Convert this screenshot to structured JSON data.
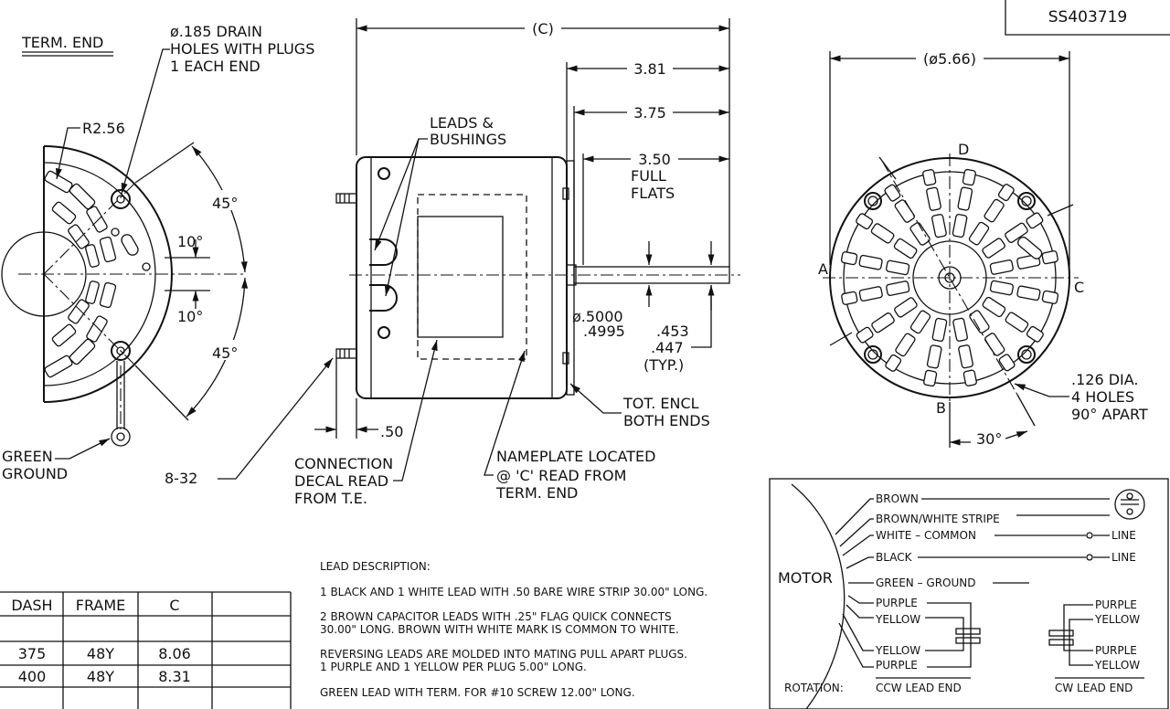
{
  "part_number": "SS403719",
  "left_view": {
    "title": "TERM. END",
    "drain_note": [
      "ø.185 DRAIN",
      "HOLES WITH PLUGS",
      "1 EACH END"
    ],
    "radius": "R2.56",
    "angle_upper": "45°",
    "angle_lower": "45°",
    "angle_small_upper": "10°",
    "angle_small_lower": "10°",
    "ground_label": [
      "GREEN",
      "GROUND"
    ],
    "screw_label": "8-32"
  },
  "side_view": {
    "overall_length": "(C)",
    "dim_381": "3.81",
    "dim_375": "3.75",
    "dim_350": "3.50",
    "full_flats": [
      "FULL",
      "FLATS"
    ],
    "leads_label": [
      "LEADS &",
      "BUSHINGS"
    ],
    "shaft_dia": [
      "ø.5000",
      ".4995"
    ],
    "flat_dim": [
      ".453",
      ".447",
      "(TYP.)"
    ],
    "tot_encl": [
      "TOT. ENCL",
      "BOTH ENDS"
    ],
    "stud_dim": ".50",
    "connection_decal": [
      "CONNECTION",
      "DECAL READ",
      "FROM T.E."
    ],
    "nameplate": [
      "NAMEPLATE LOCATED",
      "@ 'C' READ FROM",
      "TERM. END"
    ]
  },
  "end_view": {
    "diameter": "(ø5.66)",
    "point_a": "A",
    "point_b": "B",
    "point_c": "C",
    "point_d": "D",
    "holes_note": [
      ".126 DIA.",
      "4 HOLES",
      "90° APART"
    ],
    "angle": "30°"
  },
  "table": {
    "headers": [
      "DASH",
      "FRAME",
      "C",
      ""
    ],
    "rows": [
      [
        "",
        "",
        "",
        ""
      ],
      [
        "375",
        "48Y",
        "8.06",
        ""
      ],
      [
        "400",
        "48Y",
        "8.31",
        ""
      ],
      [
        "",
        "",
        "",
        ""
      ]
    ]
  },
  "lead_description": {
    "title": "LEAD DESCRIPTION:",
    "paragraphs": [
      [
        "1 BLACK AND 1 WHITE LEAD WITH .50 BARE WIRE STRIP 30.00\" LONG."
      ],
      [
        "2 BROWN CAPACITOR LEADS WITH .25\" FLAG QUICK CONNECTS",
        "30.00\" LONG. BROWN WITH WHITE MARK IS COMMON TO WHITE."
      ],
      [
        "REVERSING LEADS ARE MOLDED INTO MATING PULL APART PLUGS.",
        "1 PURPLE AND 1 YELLOW PER PLUG 5.00\" LONG."
      ],
      [
        "GREEN LEAD WITH TERM. FOR #10 SCREW 12.00\" LONG."
      ]
    ]
  },
  "wiring": {
    "motor": "MOTOR",
    "brown": "BROWN",
    "brown_white": "BROWN/WHITE STRIPE",
    "white": "WHITE  –  COMMON",
    "black": "BLACK",
    "green": "GREEN  –  GROUND",
    "purple_1": "PURPLE",
    "yellow_1": "YELLOW",
    "yellow_2": "YELLOW",
    "purple_2": "PURPLE",
    "line_1": "LINE",
    "line_2": "LINE",
    "cw_purple_1": "PURPLE",
    "cw_yellow_1": "YELLOW",
    "cw_purple_2": "PURPLE",
    "cw_yellow_2": "YELLOW",
    "rotation": "ROTATION:",
    "ccw": "CCW LEAD END",
    "cw": "CW LEAD END"
  }
}
